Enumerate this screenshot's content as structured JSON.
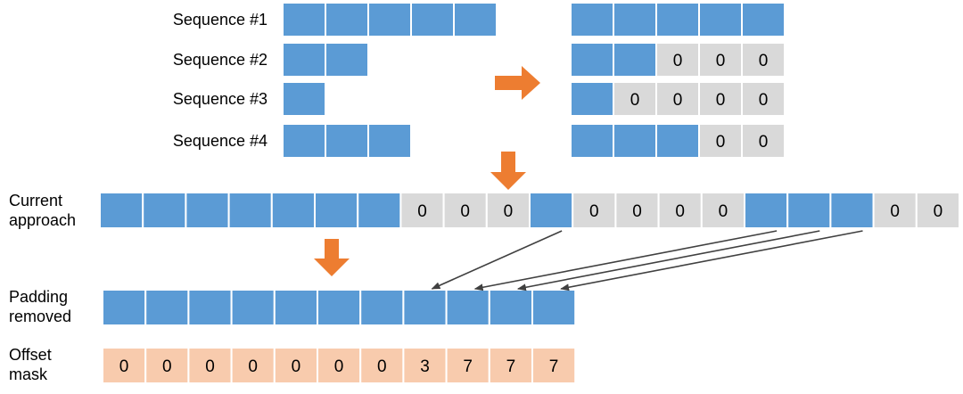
{
  "sequences": [
    {
      "label": "Sequence #1",
      "length": 5
    },
    {
      "label": "Sequence #2",
      "length": 2
    },
    {
      "label": "Sequence #3",
      "length": 1
    },
    {
      "label": "Sequence #4",
      "length": 3
    }
  ],
  "pad_value": "0",
  "padded_width": 5,
  "rows": {
    "current": {
      "label_lines": [
        "Current",
        "approach"
      ]
    },
    "removed": {
      "label_lines": [
        "Padding",
        "removed"
      ]
    },
    "offset": {
      "label_lines": [
        "Offset",
        "mask"
      ],
      "values": [
        "0",
        "0",
        "0",
        "0",
        "0",
        "0",
        "0",
        "3",
        "7",
        "7",
        "7"
      ]
    }
  },
  "colors": {
    "token": "#5b9bd5",
    "pad": "#d9d9d9",
    "offset": "#f8cbad",
    "arrow": "#ed7d31",
    "line": "#404040"
  },
  "icons": {
    "transform_arrow": "block-arrow-right",
    "down_arrow": "block-arrow-down"
  }
}
